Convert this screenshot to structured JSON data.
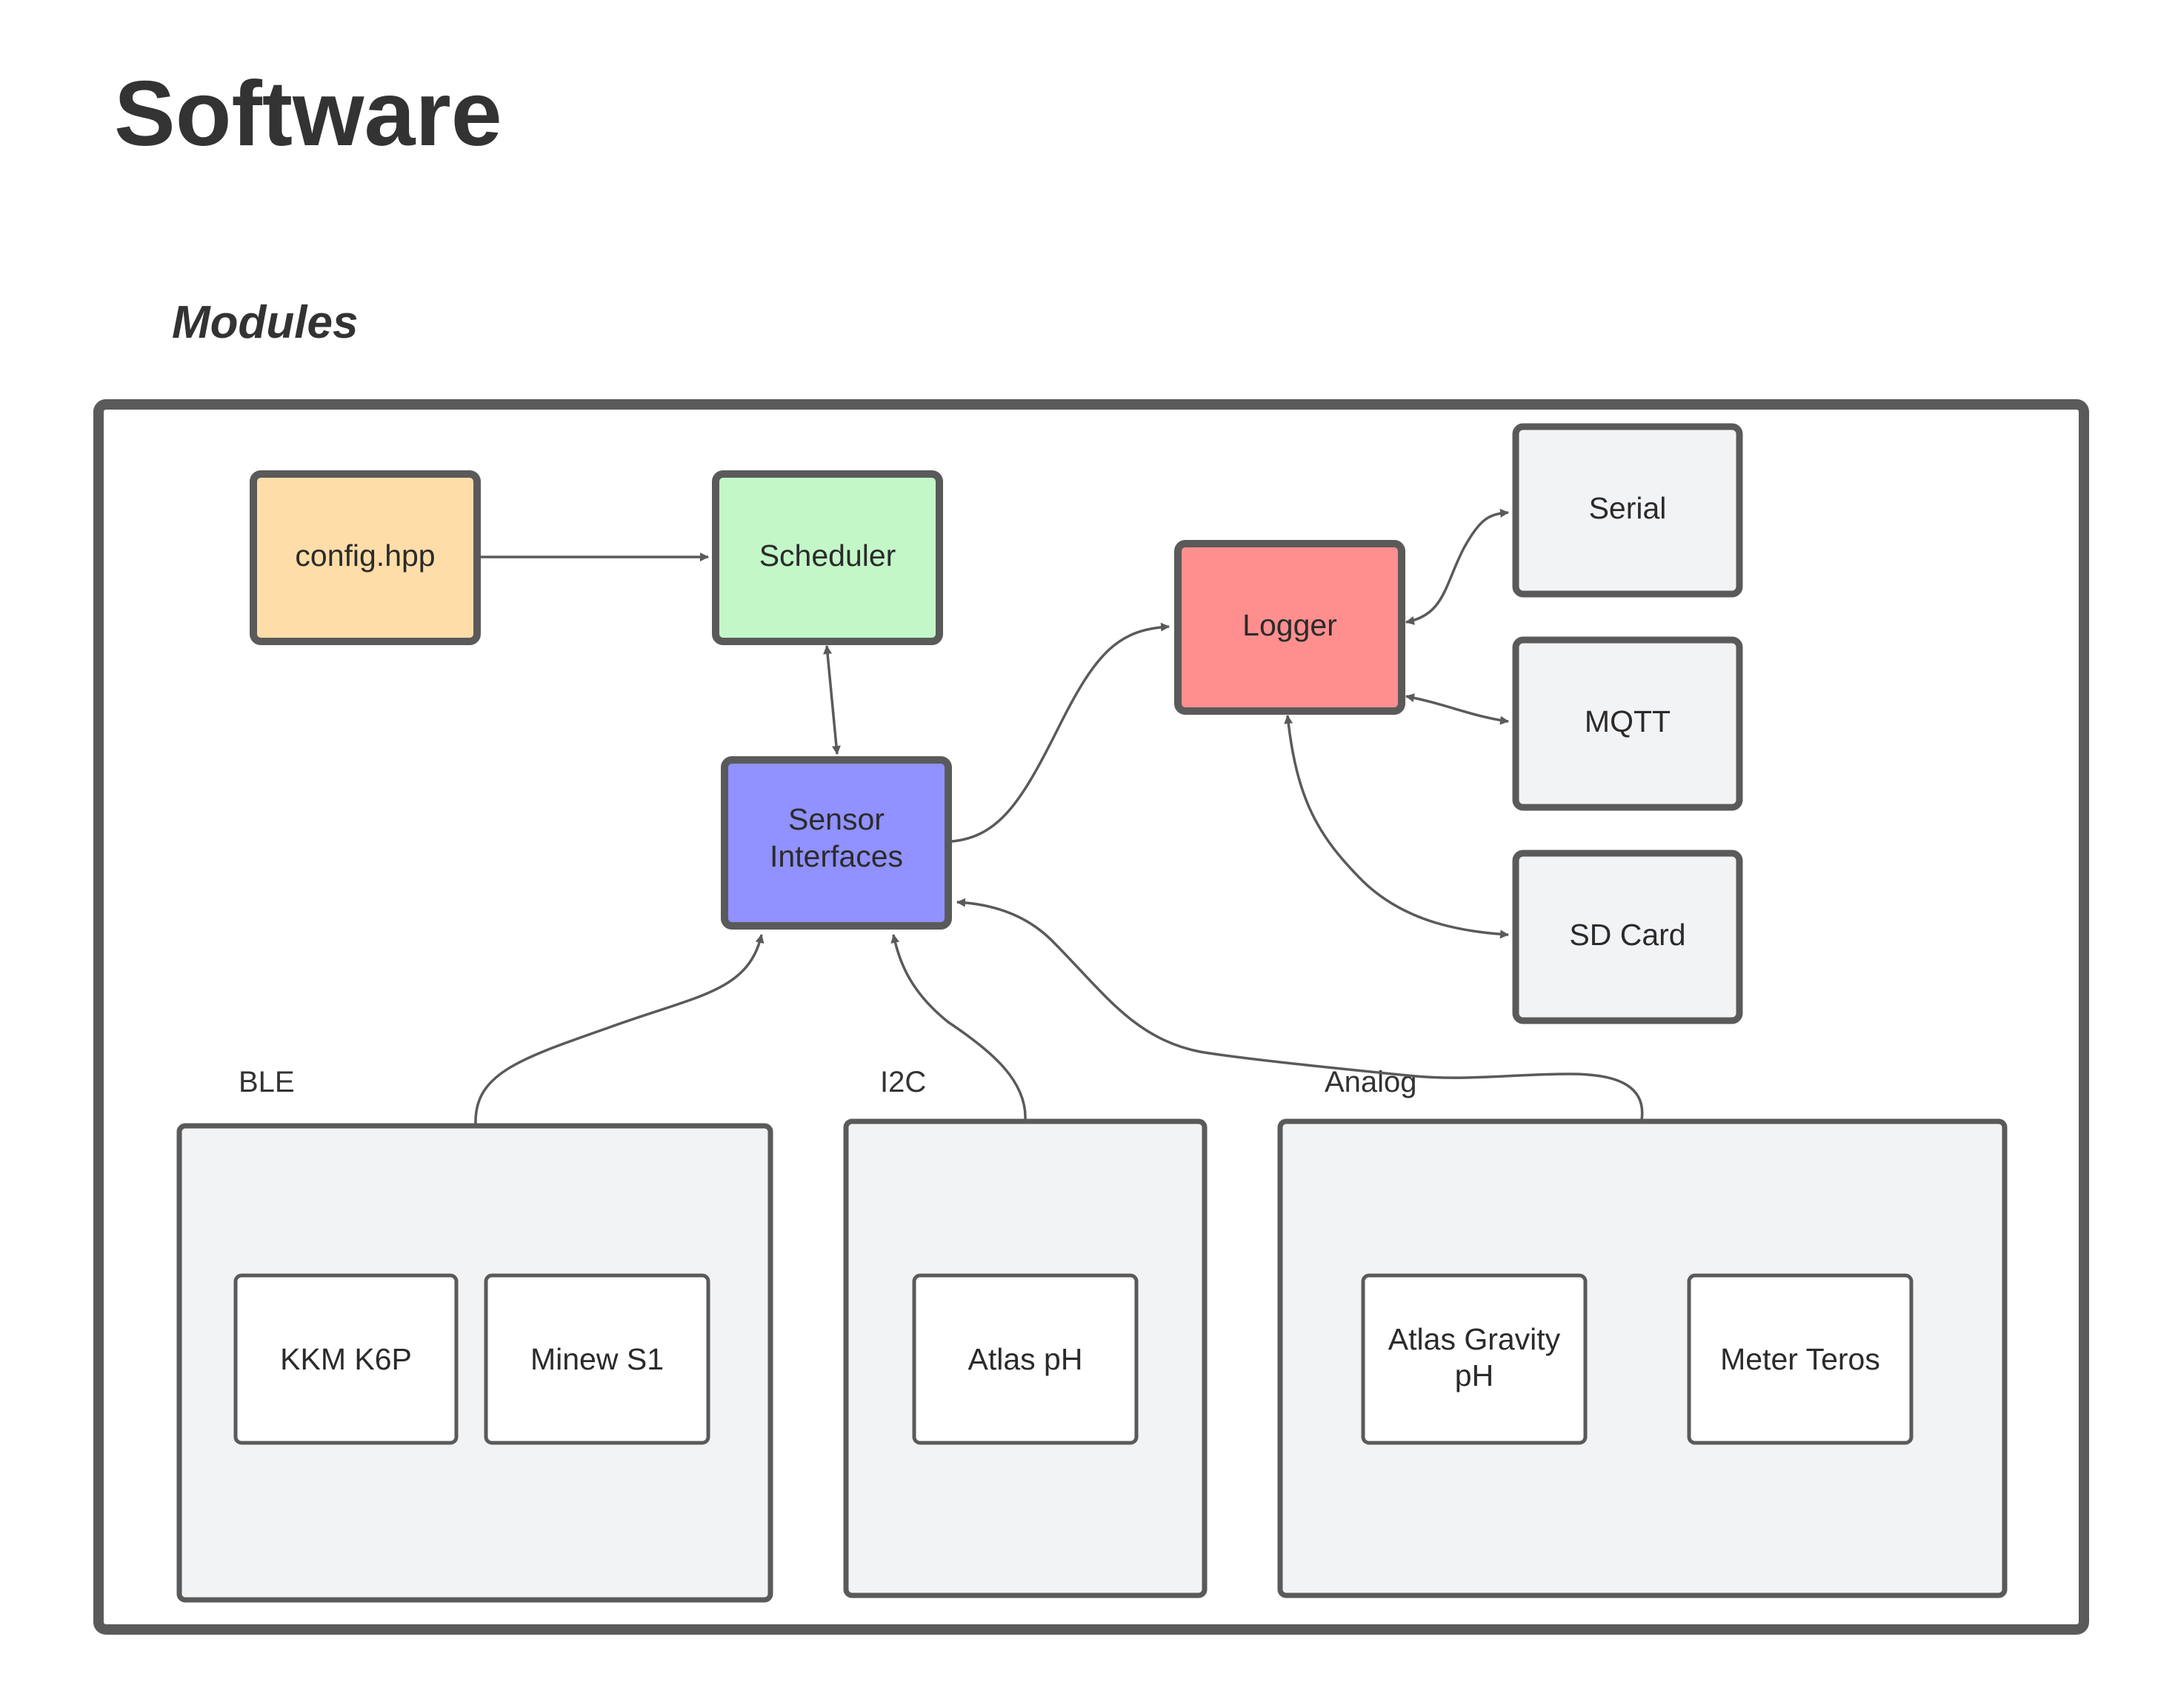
{
  "page": {
    "title": "Software",
    "subtitle": "Modules"
  },
  "colors": {
    "config": "#fedda8",
    "scheduler": "#c3f7c8",
    "logger": "#ff8f8f",
    "sensor": "#9191ff",
    "output": "#f2f3f5",
    "group": "#f2f3f5",
    "device": "#ffffff",
    "border": "#5a5a5a"
  },
  "nodes": {
    "config": {
      "label": "config.hpp"
    },
    "scheduler": {
      "label": "Scheduler"
    },
    "logger": {
      "label": "Logger"
    },
    "sensor": {
      "line1": "Sensor",
      "line2": "Interfaces"
    },
    "serial": {
      "label": "Serial"
    },
    "mqtt": {
      "label": "MQTT"
    },
    "sdcard": {
      "label": "SD Card"
    }
  },
  "groups": {
    "ble": {
      "label": "BLE",
      "devices": [
        "KKM K6P",
        "Minew S1"
      ]
    },
    "i2c": {
      "label": "I2C",
      "devices": [
        "Atlas pH"
      ]
    },
    "analog": {
      "label": "Analog",
      "devices": [
        [
          "Atlas Gravity",
          "pH"
        ],
        "Meter Teros"
      ]
    }
  },
  "edges": [
    {
      "from": "config",
      "to": "scheduler",
      "direction": "forward"
    },
    {
      "from": "scheduler",
      "to": "sensor",
      "direction": "both"
    },
    {
      "from": "sensor",
      "to": "logger",
      "direction": "forward"
    },
    {
      "from": "logger",
      "to": "serial",
      "direction": "both"
    },
    {
      "from": "logger",
      "to": "mqtt",
      "direction": "both"
    },
    {
      "from": "logger",
      "to": "sdcard",
      "direction": "both"
    },
    {
      "from": "ble",
      "to": "sensor",
      "direction": "forward"
    },
    {
      "from": "i2c",
      "to": "sensor",
      "direction": "forward"
    },
    {
      "from": "analog",
      "to": "sensor",
      "direction": "forward"
    }
  ]
}
